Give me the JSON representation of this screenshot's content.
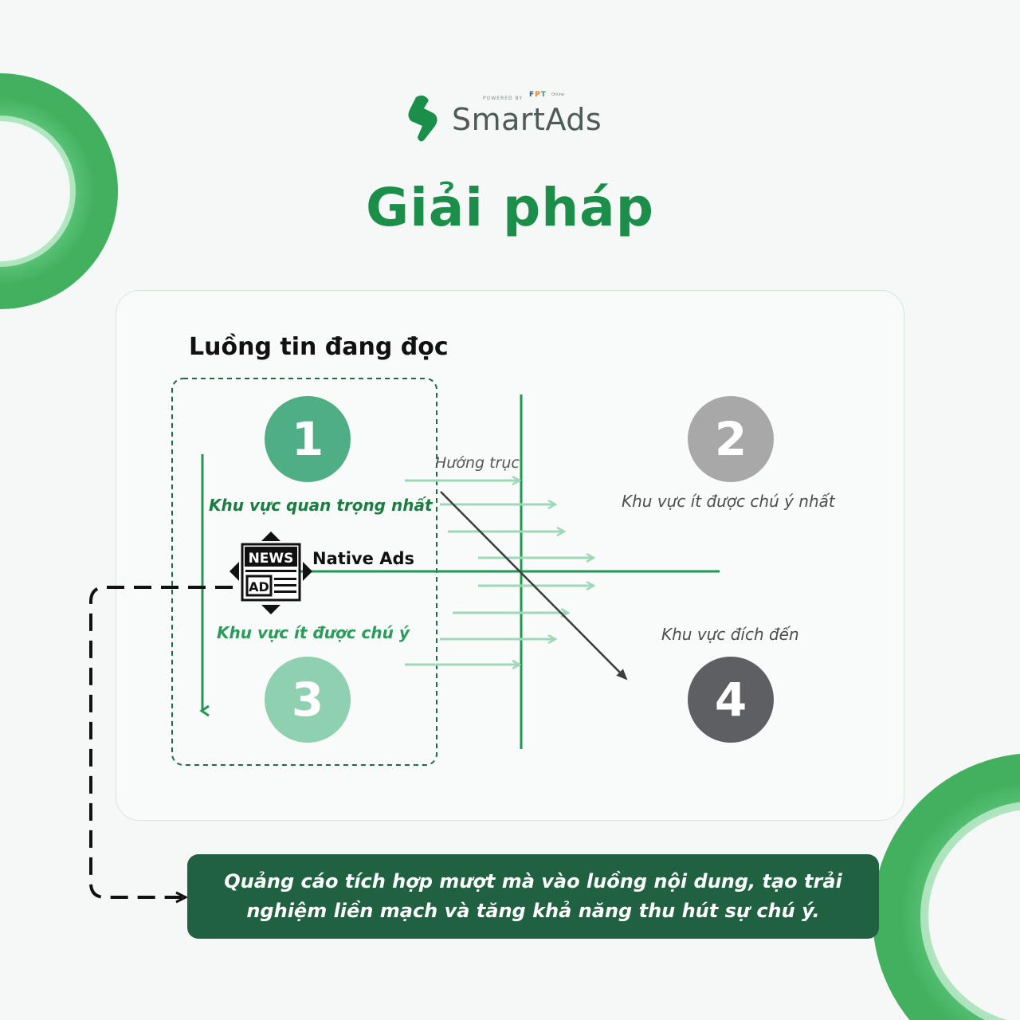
{
  "brand": {
    "name": "SmartAds",
    "powered_by": "POWERED BY",
    "partner": [
      "F",
      "P",
      "T"
    ],
    "partner_suffix": "Online",
    "mark_color": "#1b8f4a"
  },
  "title": "Giải pháp",
  "panel": {
    "heading": "Luồng tin đang đọc",
    "axis_label": "Hướng trục",
    "native_ads_label": "Native Ads",
    "icon_lines": [
      "NEWS",
      "AD"
    ],
    "zones": [
      {
        "number": "1",
        "label": "Khu vực quan trọng nhất",
        "color": "#4fae84"
      },
      {
        "number": "2",
        "label": "Khu vực ít được chú ý nhất",
        "color": "#a8a8a8"
      },
      {
        "number": "3",
        "label": "Khu vực ít được chú ý",
        "color": "#8fd0b1"
      },
      {
        "number": "4",
        "label": "Khu vực đích đến",
        "color": "#5e5f62"
      }
    ]
  },
  "callout": {
    "text": "Quảng cáo tích hợp mượt mà vào luồng nội dung, tạo trải nghiệm liền mạch và tăng khả năng thu hút sự chú ý."
  },
  "colors": {
    "accent_green": "#1b8f4a",
    "line_green": "#1e9a50",
    "light_arrow": "#9fd8b9",
    "callout_bg": "#1f6140"
  }
}
